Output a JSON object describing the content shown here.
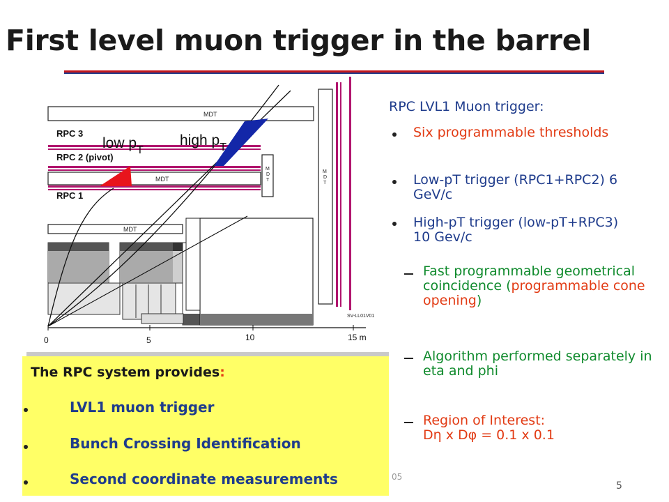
{
  "slide": {
    "title": "First level muon trigger in the barrel",
    "page_number": "5",
    "footer_fragment": "05"
  },
  "diagram": {
    "labels": {
      "mdt_top": "MDT",
      "mdt_mid": "MDT",
      "mdt_low": "MDT",
      "mdt_v1": "M D T",
      "mdt_v2": "M D T",
      "rpc3": "RPC 3",
      "rpc2": "RPC 2 (pivot)",
      "rpc1": "RPC 1",
      "low_pt": "low p",
      "low_pt_sub": "T",
      "high_pt": "high p",
      "high_pt_sub": "T",
      "ref": "SV-LL01V01"
    },
    "axis": {
      "ticks": [
        "0",
        "5",
        "10",
        "15 m"
      ]
    },
    "colors": {
      "low_cone": "#e8141c",
      "high_cone": "#1327a8",
      "rpc_strip": "#b1156e"
    }
  },
  "right_panel": {
    "heading": "RPC LVL1 Muon trigger:",
    "bullets": [
      "Six programmable thresholds",
      "Low-pT trigger (RPC1+RPC2) 6 GeV/c",
      "High-pT trigger (low-pT+RPC3) 10 Gev/c"
    ],
    "sub": {
      "fast_a": "Fast programmable geometrical coincidence (",
      "fast_b": "programmable cone opening",
      "fast_c": ")",
      "algorithm": "Algorithm performed separately in eta and phi",
      "roi_title": "Region of Interest:",
      "roi_formula": "Dη x Dφ = 0.1 x 0.1"
    }
  },
  "yellow_box": {
    "heading": "The RPC system provides",
    "heading_colon": ":",
    "items": [
      "LVL1 muon trigger",
      "Bunch Crossing Identification",
      "Second coordinate measurements"
    ]
  }
}
